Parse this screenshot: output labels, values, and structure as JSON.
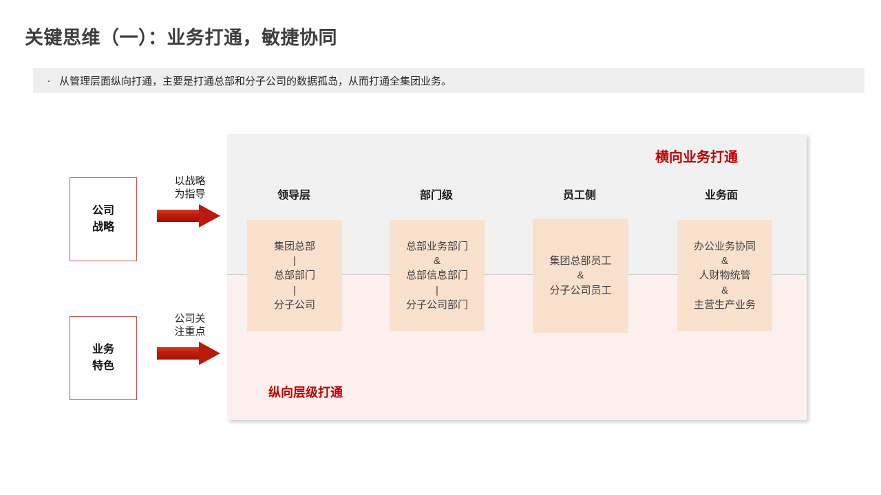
{
  "slide": {
    "title": "关键思维（一）：业务打通，敏捷协同",
    "subtitle": {
      "bullet": "·",
      "text": "从管理层面纵向打通，主要是打通总部和分子公司的数据孤岛，从而打通全集团业务。"
    }
  },
  "panel": {
    "label_horizontal": "横向业务打通",
    "label_vertical": "纵向层级打通",
    "accent_red": "#c00000",
    "top_bg": "#f1f1f1",
    "bottom_bg": "#fbf0ee",
    "card_bg": "#fae1ce"
  },
  "columns": [
    {
      "header": "领导层",
      "card": "集团总部\n|\n总部部门\n|\n分子公司"
    },
    {
      "header": "部门级",
      "card": "总部业务部门\n&\n总部信息部门\n|\n分子公司部门"
    },
    {
      "header": "员工侧",
      "card": "集团总部员工\n&\n分子公司员工"
    },
    {
      "header": "业务面",
      "card": "办公业务协同\n&\n人财物统管\n&\n主营生产业务"
    }
  ],
  "side_boxes": [
    {
      "label": "公司\n战略",
      "arrow_label": "以战略\n为指导"
    },
    {
      "label": "业务\n特色",
      "arrow_label": "公司关\n注重点"
    }
  ]
}
